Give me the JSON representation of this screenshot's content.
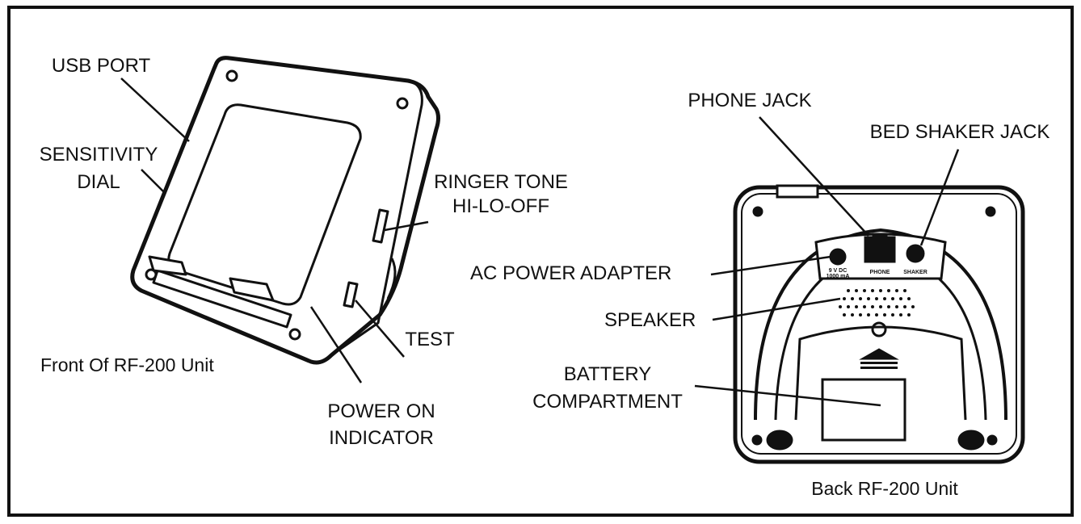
{
  "front": {
    "caption": "Front Of RF-200 Unit",
    "labels": {
      "usb_port": "USB PORT",
      "sensitivity_1": "SENSITIVITY",
      "sensitivity_2": "DIAL",
      "ringer_1": "RINGER TONE",
      "ringer_2": "HI-LO-OFF",
      "test": "TEST",
      "power_1": "POWER ON",
      "power_2": "INDICATOR"
    }
  },
  "back": {
    "caption": "Back RF-200 Unit",
    "labels": {
      "phone_jack": "PHONE JACK",
      "bed_shaker_jack": "BED SHAKER JACK",
      "ac_power": "AC POWER ADAPTER",
      "speaker": "SPEAKER",
      "battery_1": "BATTERY",
      "battery_2": "COMPARTMENT"
    },
    "panel": {
      "dc_1": "9 V DC",
      "dc_2": "1000 mA",
      "phone": "PHONE",
      "shaker": "SHAKER"
    }
  }
}
